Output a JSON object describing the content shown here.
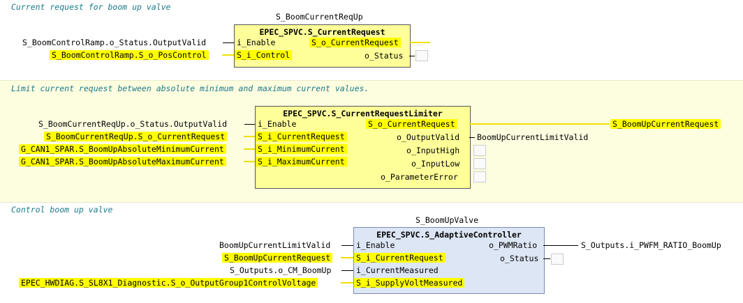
{
  "net1": {
    "comment": "Current request for boom up valve",
    "instance": "S_BoomCurrentReqUp",
    "fb_type": "EPEC_SPVC.S_CurrentRequest",
    "ext_in_enable": "S_BoomControlRamp.o_Status.OutputValid",
    "ext_in_control": "S_BoomControlRamp.S_o_PosControl",
    "pin_i_enable": "i_Enable",
    "pin_i_control": "S_i_Control",
    "pin_o_current": "S_o_CurrentRequest",
    "pin_o_status": "o_Status"
  },
  "net2": {
    "comment": "Limit current  request between absolute minimum and maximum current values.",
    "fb_type": "EPEC_SPVC.S_CurrentRequestLimiter",
    "ext_in_enable": "S_BoomCurrentReqUp.o_Status.OutputValid",
    "ext_in_current": "S_BoomCurrentReqUp.S_o_CurrentRequest",
    "ext_in_min": "G_CAN1_SPAR.S_BoomUpAbsoluteMinimumCurrent",
    "ext_in_max": "G_CAN1_SPAR.S_BoomUpAbsoluteMaximumCurrent",
    "pin_i_enable": "i_Enable",
    "pin_i_current": "S_i_CurrentRequest",
    "pin_i_min": "S_i_MinimumCurrent",
    "pin_i_max": "S_i_MaximumCurrent",
    "pin_o_current": "S_o_CurrentRequest",
    "pin_o_valid": "o_OutputValid",
    "pin_o_high": "o_InputHigh",
    "pin_o_low": "o_InputLow",
    "pin_o_perr": "o_ParameterError",
    "ext_out_current": "S_BoomUpCurrentRequest",
    "ext_out_valid": "BoomUpCurrentLimitValid"
  },
  "net3": {
    "comment": "Control boom up valve",
    "instance": "S_BoomUpValve",
    "fb_type": "EPEC_SPVC.S_AdaptiveController",
    "ext_in_enable": "BoomUpCurrentLimitValid",
    "ext_in_current": "S_BoomUpCurrentRequest",
    "ext_in_measured": "S_Outputs.o_CM_BoomUp",
    "ext_in_supply": "EPEC_HWDIAG.S_SL8X1_Diagnostic.S_o_OutputGroup1ControlVoltage",
    "pin_i_enable": "i_Enable",
    "pin_i_current": "S_i_CurrentRequest",
    "pin_i_measured": "i_CurrentMeasured",
    "pin_i_supply": "S_i_SupplyVoltMeasured",
    "pin_o_pwm": "o_PWMRatio",
    "pin_o_status": "o_Status",
    "ext_out_pwm": "S_Outputs.i_PWFM_RATIO_BoomUp"
  }
}
